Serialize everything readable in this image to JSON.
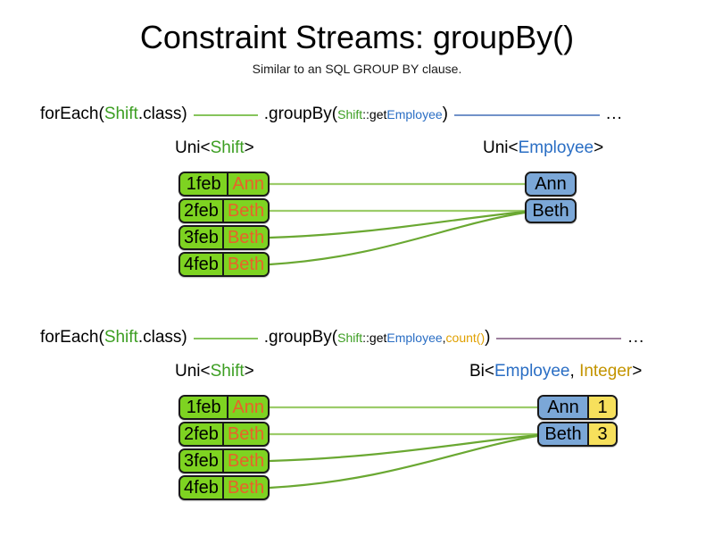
{
  "slide": {
    "title": "Constraint Streams: groupBy()",
    "subtitle": "Similar to an SQL GROUP BY clause."
  },
  "colors": {
    "shift_green": "#3c9e22",
    "employee_blue": "#2a6ec4",
    "count_gold": "#e0a000",
    "integer_gold": "#c39400",
    "shift_box_fill": "#7ed321",
    "shift_name_text": "#e8622a",
    "employee_box_fill": "#7ba7d7",
    "count_box_fill": "#f7e05c",
    "connector_green": "#6aa832",
    "rule_green": "#86c45c",
    "rule_blue": "#7192c9",
    "rule_purple": "#9d7f9d"
  },
  "row1": {
    "code": {
      "prefix": "forEach(",
      "shift": "Shift",
      "dotclass": ".class)",
      "method": ".groupBy(",
      "mref_shift": "Shift",
      "mref_get": "::get",
      "mref_emp": "Employee",
      "close": ")",
      "ellipsis": "..."
    },
    "left_label": {
      "pre": "Uni<",
      "type": "Shift",
      "post": ">"
    },
    "right_label": {
      "pre": "Uni<",
      "type": "Employee",
      "post": ">"
    },
    "shifts": [
      {
        "date": "1feb",
        "name": "Ann"
      },
      {
        "date": "2feb",
        "name": "Beth"
      },
      {
        "date": "3feb",
        "name": "Beth"
      },
      {
        "date": "4feb",
        "name": "Beth"
      }
    ],
    "employees": [
      {
        "name": "Ann"
      },
      {
        "name": "Beth"
      }
    ]
  },
  "row2": {
    "code": {
      "prefix": "forEach(",
      "shift": "Shift",
      "dotclass": ".class)",
      "method": ".groupBy(",
      "mref_shift": "Shift",
      "mref_get": "::get",
      "mref_emp": "Employee",
      "mref_sep": ", ",
      "mref_count": "count()",
      "close": ")",
      "ellipsis": "..."
    },
    "left_label": {
      "pre": "Uni<",
      "type": "Shift",
      "post": ">"
    },
    "right_label": {
      "pre": "Bi<",
      "type1": "Employee",
      "sep": ", ",
      "type2": "Integer",
      "post": ">"
    },
    "shifts": [
      {
        "date": "1feb",
        "name": "Ann"
      },
      {
        "date": "2feb",
        "name": "Beth"
      },
      {
        "date": "3feb",
        "name": "Beth"
      },
      {
        "date": "4feb",
        "name": "Beth"
      }
    ],
    "groups": [
      {
        "name": "Ann",
        "count": "1"
      },
      {
        "name": "Beth",
        "count": "3"
      }
    ]
  }
}
